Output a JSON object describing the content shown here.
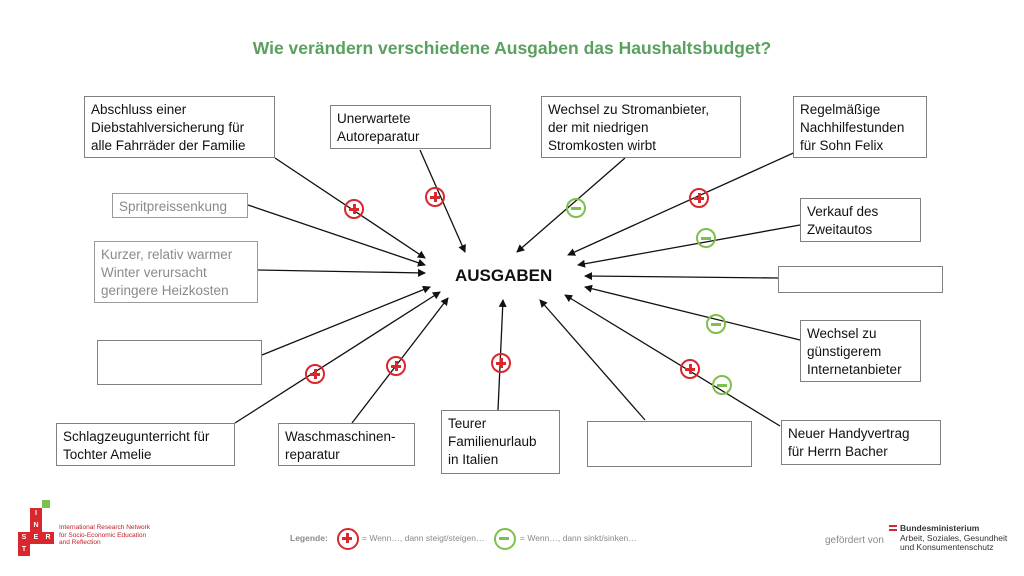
{
  "title": "Wie verändern verschiedene Ausgaben das Haushaltsbudget?",
  "center_label": "AUSGABEN",
  "boxes": [
    {
      "id": "b1",
      "text": "Abschluss einer\nDiebstahlversicherung für\nalle Fahrräder der Familie"
    },
    {
      "id": "b2",
      "text": "Unerwartete\nAutoreparatur"
    },
    {
      "id": "b3",
      "text": "Wechsel zu Stromanbieter,\nder mit niedrigen\nStromkosten wirbt"
    },
    {
      "id": "b4",
      "text": "Regelmäßige\nNachhilfestunden\nfür Sohn Felix"
    },
    {
      "id": "b5",
      "text": "Spritpreissenkung"
    },
    {
      "id": "b6",
      "text": "Verkauf des\nZweitautos"
    },
    {
      "id": "b7",
      "text": "Kurzer, relativ warmer\nWinter verursacht\ngeringere Heizkosten"
    },
    {
      "id": "b8",
      "text": ""
    },
    {
      "id": "b9",
      "text": ""
    },
    {
      "id": "b10",
      "text": "Wechsel zu\ngünstigerem\nInternetanbieter"
    },
    {
      "id": "b11",
      "text": "Schlagzeugunterricht für\nTochter Amelie"
    },
    {
      "id": "b12",
      "text": "Waschmaschinen-\nreparatur"
    },
    {
      "id": "b13",
      "text": "Teurer\nFamilienurlaub\nin Italien"
    },
    {
      "id": "b14",
      "text": ""
    },
    {
      "id": "b15",
      "text": "Neuer Handyvertrag\nfür Herrn Bacher"
    }
  ],
  "signs": [
    "plus",
    "plus",
    "minus",
    "plus",
    "minus",
    "minus",
    "plus",
    "plus",
    "plus",
    "plus",
    "minus"
  ],
  "legend": {
    "label": "Legende:",
    "plus_text": "= Wenn…, dann steigt/steigen…",
    "minus_text": "= Wenn…, dann sinkt/sinken…"
  },
  "footer": {
    "funded_by": "gefördert von",
    "ministry_title": "Bundesministerium",
    "ministry_sub": "Arbeit, Soziales, Gesundheit\nund Konsumentenschutz",
    "network": "International Research Network\nfor Socio-Economic Education\nand Reflection",
    "logo_letters": [
      "I",
      "N",
      "S",
      "E",
      "R",
      "T"
    ]
  },
  "colors": {
    "title": "#5aa05e",
    "plus": "#d9272e",
    "minus": "#7dc04b"
  }
}
